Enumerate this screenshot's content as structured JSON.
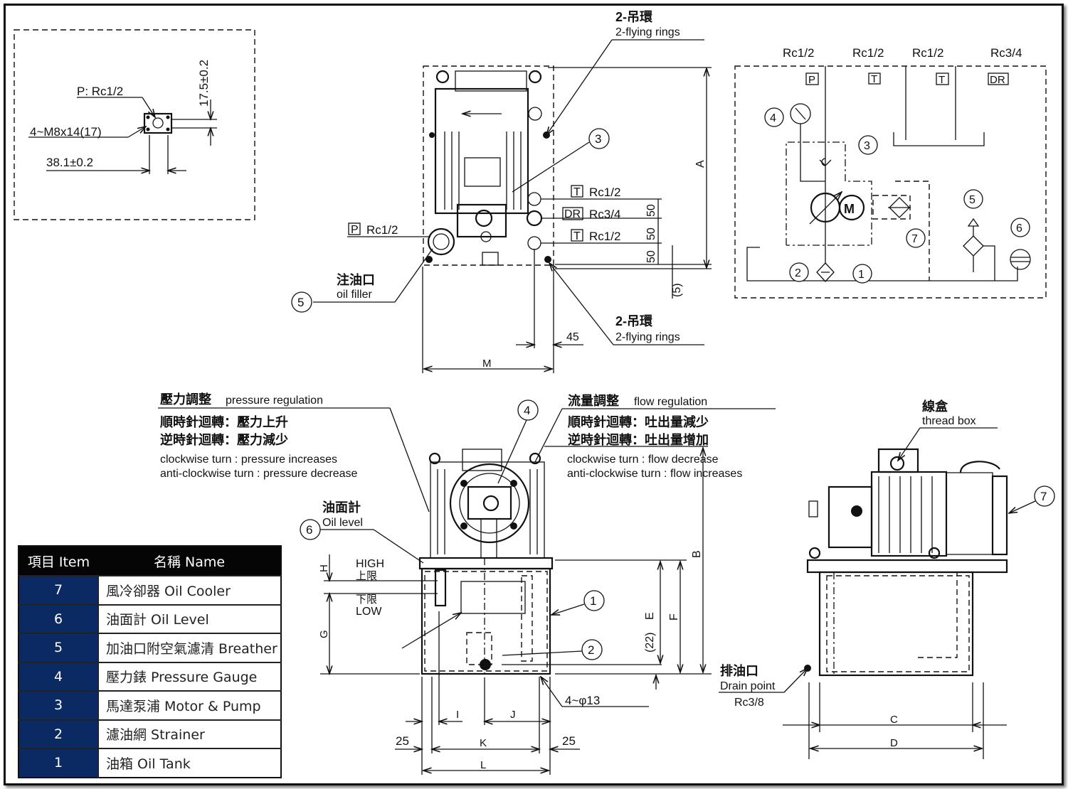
{
  "detail_box": {
    "p_port": "P: Rc1/2",
    "bolts": "4~M8x14(17)",
    "dim_horizontal": "38.1±0.2",
    "dim_vertical": "17.5±0.2"
  },
  "top_view": {
    "flying_rings_top": {
      "zh": "2-吊環",
      "en": "2-flying rings"
    },
    "flying_rings_bottom": {
      "zh": "2-吊環",
      "en": "2-flying rings"
    },
    "ports": [
      {
        "tag": "T",
        "size": "Rc1/2"
      },
      {
        "tag": "DR",
        "size": "Rc3/4"
      },
      {
        "tag": "T",
        "size": "Rc1/2"
      },
      {
        "tag": "P",
        "size": "Rc1/2"
      }
    ],
    "dims": {
      "d1": "50",
      "d2": "50",
      "d3": "50",
      "d5": "(5)",
      "a": "A",
      "d45": "45",
      "m": "M"
    },
    "oil_filler": {
      "zh": "注油口",
      "en": "oil filler"
    },
    "balloons": {
      "motor_pump": "3",
      "breather": "5"
    }
  },
  "schematic": {
    "port_sizes": [
      "Rc1/2",
      "Rc1/2",
      "Rc1/2",
      "Rc3/4"
    ],
    "port_tags": [
      "P",
      "T",
      "T",
      "DR"
    ],
    "motor": "M",
    "balloons": [
      "1",
      "2",
      "3",
      "4",
      "5",
      "6",
      "7"
    ]
  },
  "front_view": {
    "pressure": {
      "title_zh": "壓力調整",
      "title_en": "pressure regulation",
      "cw_zh": "順時針迴轉：壓力上升",
      "ccw_zh": "逆時針迴轉：壓力減少",
      "cw_en": "clockwise turn : pressure increases",
      "ccw_en": "anti-clockwise turn : pressure decrease"
    },
    "flow": {
      "title_zh": "流量調整",
      "title_en": "flow regulation",
      "cw_zh": "順時針迴轉：吐出量減少",
      "ccw_zh": "逆時針迴轉：吐出量增加",
      "cw_en": "clockwise turn : flow decrease",
      "ccw_en": "anti-clockwise turn : flow increases"
    },
    "oil_level": {
      "zh": "油面計",
      "en": "Oil level"
    },
    "high": "HIGH",
    "high_zh": "上限",
    "low_zh": "下限",
    "low": "LOW",
    "dims": {
      "h": "H",
      "g": "G",
      "e": "E",
      "e22": "(22)",
      "f": "F",
      "b": "B",
      "i": "I",
      "j": "J",
      "k": "K",
      "l": "L",
      "left25": "25",
      "right25": "25",
      "holes": "4~φ13"
    },
    "balloons": {
      "gauge": "4",
      "oil_level": "6",
      "tank": "1",
      "strainer": "2"
    }
  },
  "side_view": {
    "thread_box": {
      "zh": "線盒",
      "en": "thread box"
    },
    "drain": {
      "zh": "排油口",
      "en": "Drain point",
      "size": "Rc3/8"
    },
    "dims": {
      "c": "C",
      "d": "D"
    },
    "balloons": {
      "cooler": "7"
    }
  },
  "parts_table": {
    "headers": [
      "項目 Item",
      "名稱 Name"
    ],
    "rows": [
      {
        "item": "7",
        "name": "風冷卻器 Oil Cooler"
      },
      {
        "item": "6",
        "name": "油面計 Oil Level"
      },
      {
        "item": "5",
        "name": "加油口附空氣濾清 Breather"
      },
      {
        "item": "4",
        "name": "壓力錶 Pressure Gauge"
      },
      {
        "item": "3",
        "name": "馬達泵浦 Motor & Pump"
      },
      {
        "item": "2",
        "name": "濾油網 Strainer"
      },
      {
        "item": "1",
        "name": "油箱 Oil Tank"
      }
    ]
  }
}
